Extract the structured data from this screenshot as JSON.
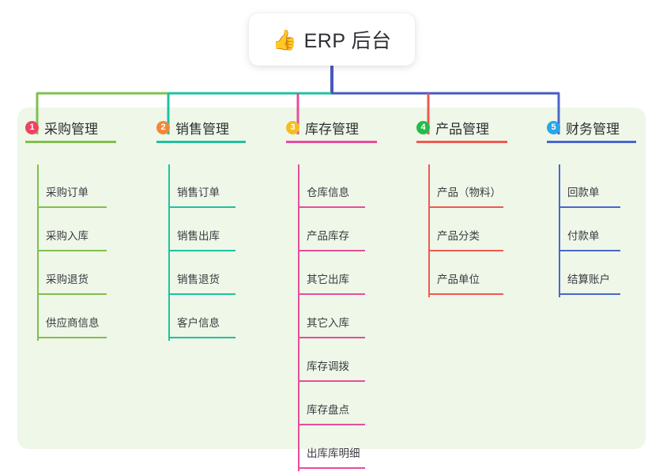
{
  "diagram": {
    "type": "mind-map",
    "root": {
      "icon": "thumbs-up-icon",
      "emoji": "👍",
      "title": "ERP 后台"
    },
    "panel_color": "#eef7e8",
    "root_stem_color": "#4a58bd",
    "branches": [
      {
        "badge": "1",
        "badge_color": "#ec4561",
        "title": "采购管理",
        "line_color": "#82bf4d",
        "items": [
          "采购订单",
          "采购入库",
          "采购退货",
          "供应商信息"
        ]
      },
      {
        "badge": "2",
        "badge_color": "#f0893b",
        "title": "销售管理",
        "line_color": "#1fc1a0",
        "items": [
          "销售订单",
          "销售出库",
          "销售退货",
          "客户信息"
        ]
      },
      {
        "badge": "3",
        "badge_color": "#f5bd20",
        "title": "库存管理",
        "line_color": "#e84c9c",
        "items": [
          "仓库信息",
          "产品库存",
          "其它出库",
          "其它入库",
          "库存调拨",
          "库存盘点",
          "出库库明细"
        ]
      },
      {
        "badge": "4",
        "badge_color": "#25bb4a",
        "title": "产品管理",
        "line_color": "#f0584f",
        "items": [
          "产品（物料）",
          "产品分类",
          "产品单位"
        ]
      },
      {
        "badge": "5",
        "badge_color": "#27a7e7",
        "title": "财务管理",
        "line_color": "#4a66cc",
        "items": [
          "回款单",
          "付款单",
          "结算账户"
        ]
      }
    ]
  }
}
